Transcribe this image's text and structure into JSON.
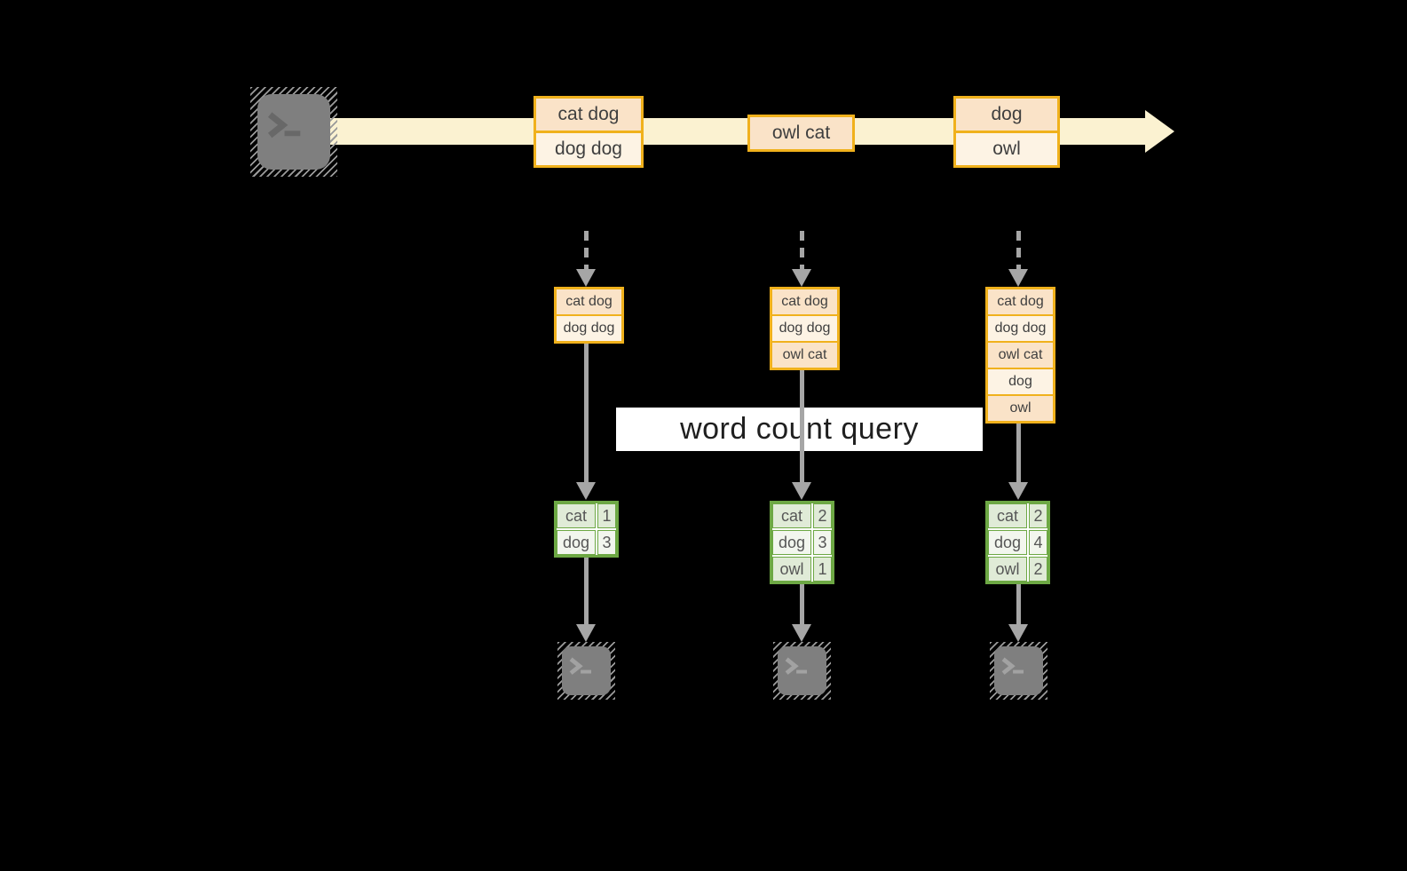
{
  "diagram": {
    "query_label": "word count query",
    "stream": {
      "source_icon": "terminal-icon",
      "batches": [
        {
          "lines": [
            "cat dog",
            "dog dog"
          ]
        },
        {
          "lines": [
            "owl cat"
          ]
        },
        {
          "lines": [
            "dog",
            "owl"
          ]
        }
      ]
    },
    "columns": [
      {
        "input_lines": [
          "cat dog",
          "dog dog"
        ],
        "counts": [
          {
            "word": "cat",
            "count": "1"
          },
          {
            "word": "dog",
            "count": "3"
          }
        ],
        "sink_icon": "terminal-icon"
      },
      {
        "input_lines": [
          "cat dog",
          "dog dog",
          "owl cat"
        ],
        "counts": [
          {
            "word": "cat",
            "count": "2"
          },
          {
            "word": "dog",
            "count": "3"
          },
          {
            "word": "owl",
            "count": "1"
          }
        ],
        "sink_icon": "terminal-icon"
      },
      {
        "input_lines": [
          "cat dog",
          "dog dog",
          "owl cat",
          "dog",
          "owl"
        ],
        "counts": [
          {
            "word": "cat",
            "count": "2"
          },
          {
            "word": "dog",
            "count": "4"
          },
          {
            "word": "owl",
            "count": "2"
          }
        ],
        "sink_icon": "terminal-icon"
      }
    ],
    "colors": {
      "background": "#000000",
      "stream_band": "#fbf2d1",
      "orange_border": "#f0b11c",
      "peach_dark": "#fae3c8",
      "peach_light": "#fdf3e4",
      "green_border": "#6da844",
      "sage_dark": "#e0ebd7",
      "sage_light": "#f2f6ee",
      "arrow_gray": "#a6a6a6",
      "terminal_gray": "#7f7f7f",
      "label_bg": "#ffffff",
      "label_text": "#1f1f1f"
    }
  }
}
